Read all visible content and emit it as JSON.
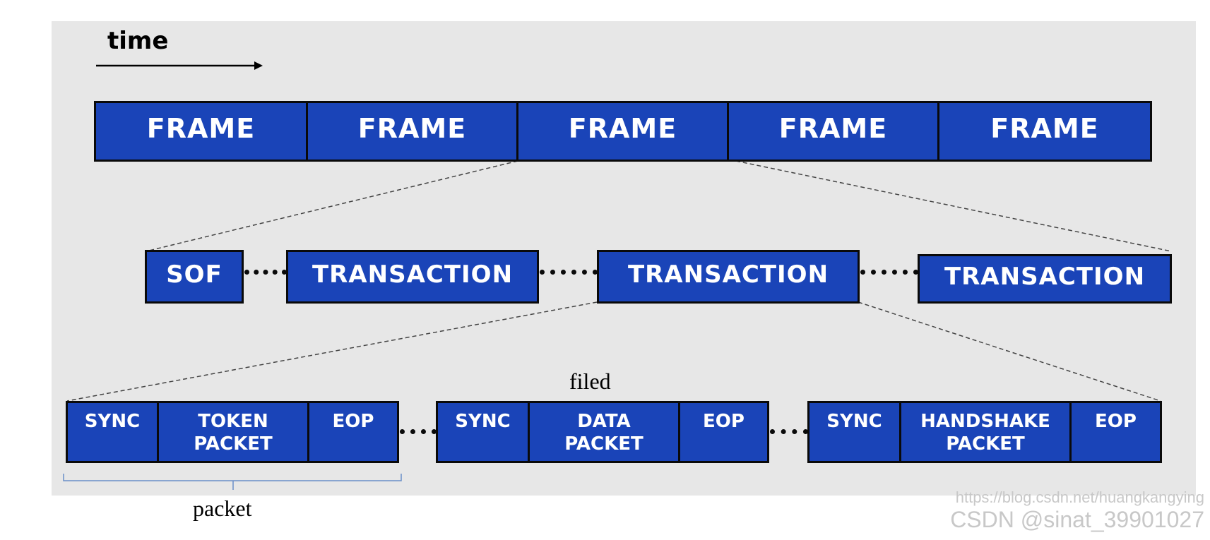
{
  "time_label": "time",
  "frames": [
    "FRAME",
    "FRAME",
    "FRAME",
    "FRAME",
    "FRAME"
  ],
  "level2": {
    "sof": "SOF",
    "transactions": [
      "TRANSACTION",
      "TRANSACTION",
      "TRANSACTION"
    ]
  },
  "packets": [
    {
      "sync": "SYNC",
      "packet": "TOKEN\nPACKET",
      "eop": "EOP"
    },
    {
      "sync": "SYNC",
      "packet": "DATA\nPACKET",
      "eop": "EOP"
    },
    {
      "sync": "SYNC",
      "packet": "HANDSHAKE\nPACKET",
      "eop": "EOP"
    }
  ],
  "annotations": {
    "field": "filed",
    "packet": "packet"
  },
  "watermark": {
    "url": "https://blog.csdn.net/huangkangying",
    "author": "CSDN @sinat_39901027"
  },
  "colors": {
    "box_fill": "#1a44b8",
    "background": "#e7e7e7"
  }
}
